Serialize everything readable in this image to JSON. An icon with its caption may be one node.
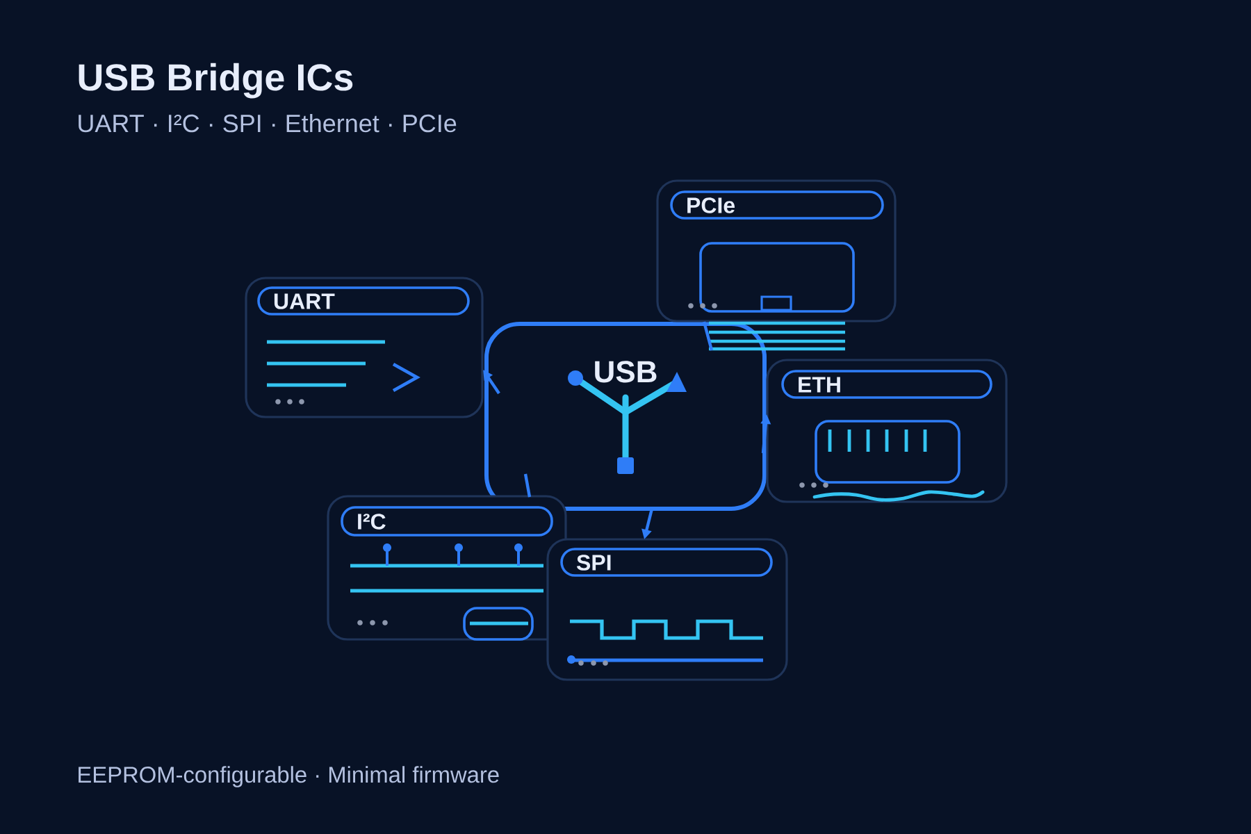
{
  "diagram": {
    "title": "USB Bridge ICs",
    "nodes": [
      {
        "text": [
          "PCIe"
        ]
      },
      {
        "text": [
          "UART"
        ]
      },
      {
        "text": [
          "USB"
        ]
      },
      {
        "text": [
          "ETH"
        ]
      },
      {
        "text": [
          "I²C"
        ]
      },
      {
        "text": [
          "SPI"
        ]
      }
    ],
    "edges": [
      {
        "from": 2,
        "to": 1,
        "arrow": "to"
      },
      {
        "from": 2,
        "to": 0,
        "arrow": "none"
      },
      {
        "from": 2,
        "to": 3,
        "arrow": "to"
      },
      {
        "from": 2,
        "to": 4,
        "arrow": "none"
      },
      {
        "from": 2,
        "to": 5,
        "arrow": "to"
      }
    ],
    "labels": [
      "UART · I²C · SPI · Ethernet · PCIe",
      "EEPROM-configurable · Minimal firmware"
    ]
  }
}
